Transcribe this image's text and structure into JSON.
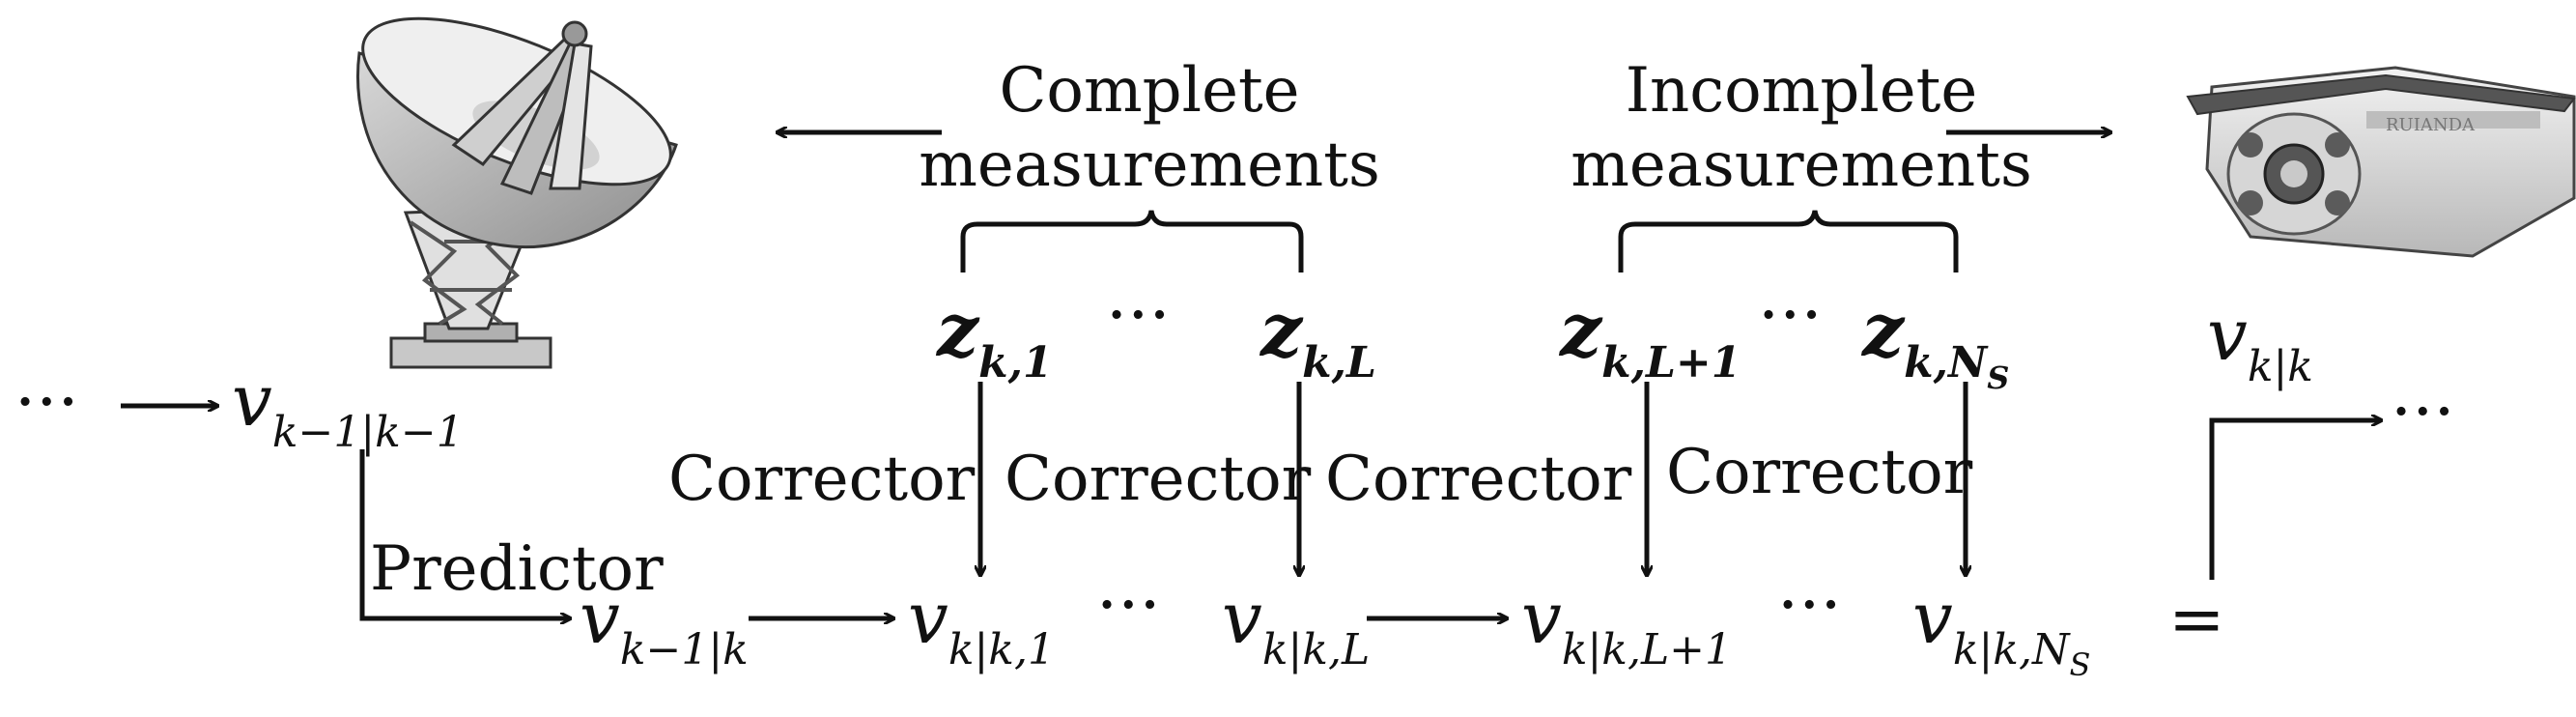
{
  "labels": {
    "complete_line1": "Complete",
    "complete_line2": "measurements",
    "incomplete_line1": "Incomplete",
    "incomplete_line2": "measurements",
    "predictor": "Predictor",
    "corrector": "Corrector"
  },
  "symbols": {
    "ellipsis": "···",
    "equals": "=",
    "v": "v",
    "z": "z",
    "sub_prev_prev": "k−1|k−1",
    "sub_prev": "k−1|k",
    "sub_k1": "k|k,1",
    "sub_kL": "k|k,L",
    "sub_kL1": "k|k,L+1",
    "sub_kNS_main": "k|k,N",
    "sub_kk": "k|k",
    "z_sub_1": "k,1",
    "z_sub_L": "k,L",
    "z_sub_L1": "k,L+1",
    "z_sub_NS_main": "k,N",
    "sub_S": "S"
  },
  "icons": {
    "left_device": "radar-dish-icon",
    "right_device": "security-camera-icon",
    "camera_brand": "RUIANDA"
  }
}
